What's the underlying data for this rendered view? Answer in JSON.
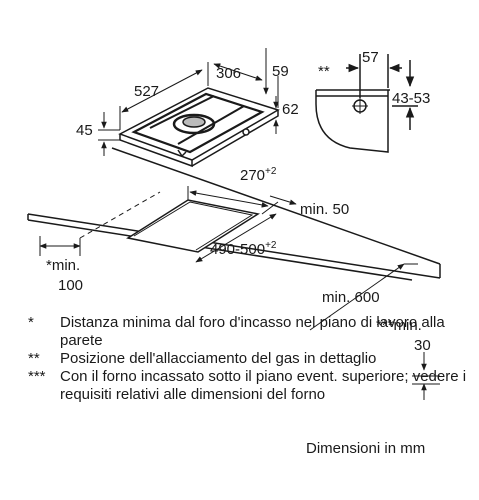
{
  "hob_dims": {
    "width": "306",
    "depth": "527",
    "right_offset": "59",
    "height_right": "62",
    "height_left": "45"
  },
  "gas_detail": {
    "label": "**",
    "width": "57",
    "height": "43-53"
  },
  "cutout": {
    "depth_value": "270",
    "depth_tol": "+2",
    "width_value": "490-500",
    "width_tol": "+2"
  },
  "clearances": {
    "back": "min. 50",
    "side_mark": "*",
    "side_line1": "min.",
    "side_line2": "100",
    "front": "min. 600",
    "wall_mark": "***",
    "wall_line1": "min.",
    "wall_line2": "30"
  },
  "notes": [
    {
      "mark": "*",
      "text": "Distanza minima dal foro d'incasso nel piano di lavoro alla parete"
    },
    {
      "mark": "**",
      "text": "Posizione dell'allacciamento del gas in dettaglio"
    },
    {
      "mark": "***",
      "text": "Con il forno incassato sotto il piano event. superiore; vedere i requisiti relativi alle dimensioni del forno"
    }
  ],
  "units_caption": "Dimensioni in mm"
}
